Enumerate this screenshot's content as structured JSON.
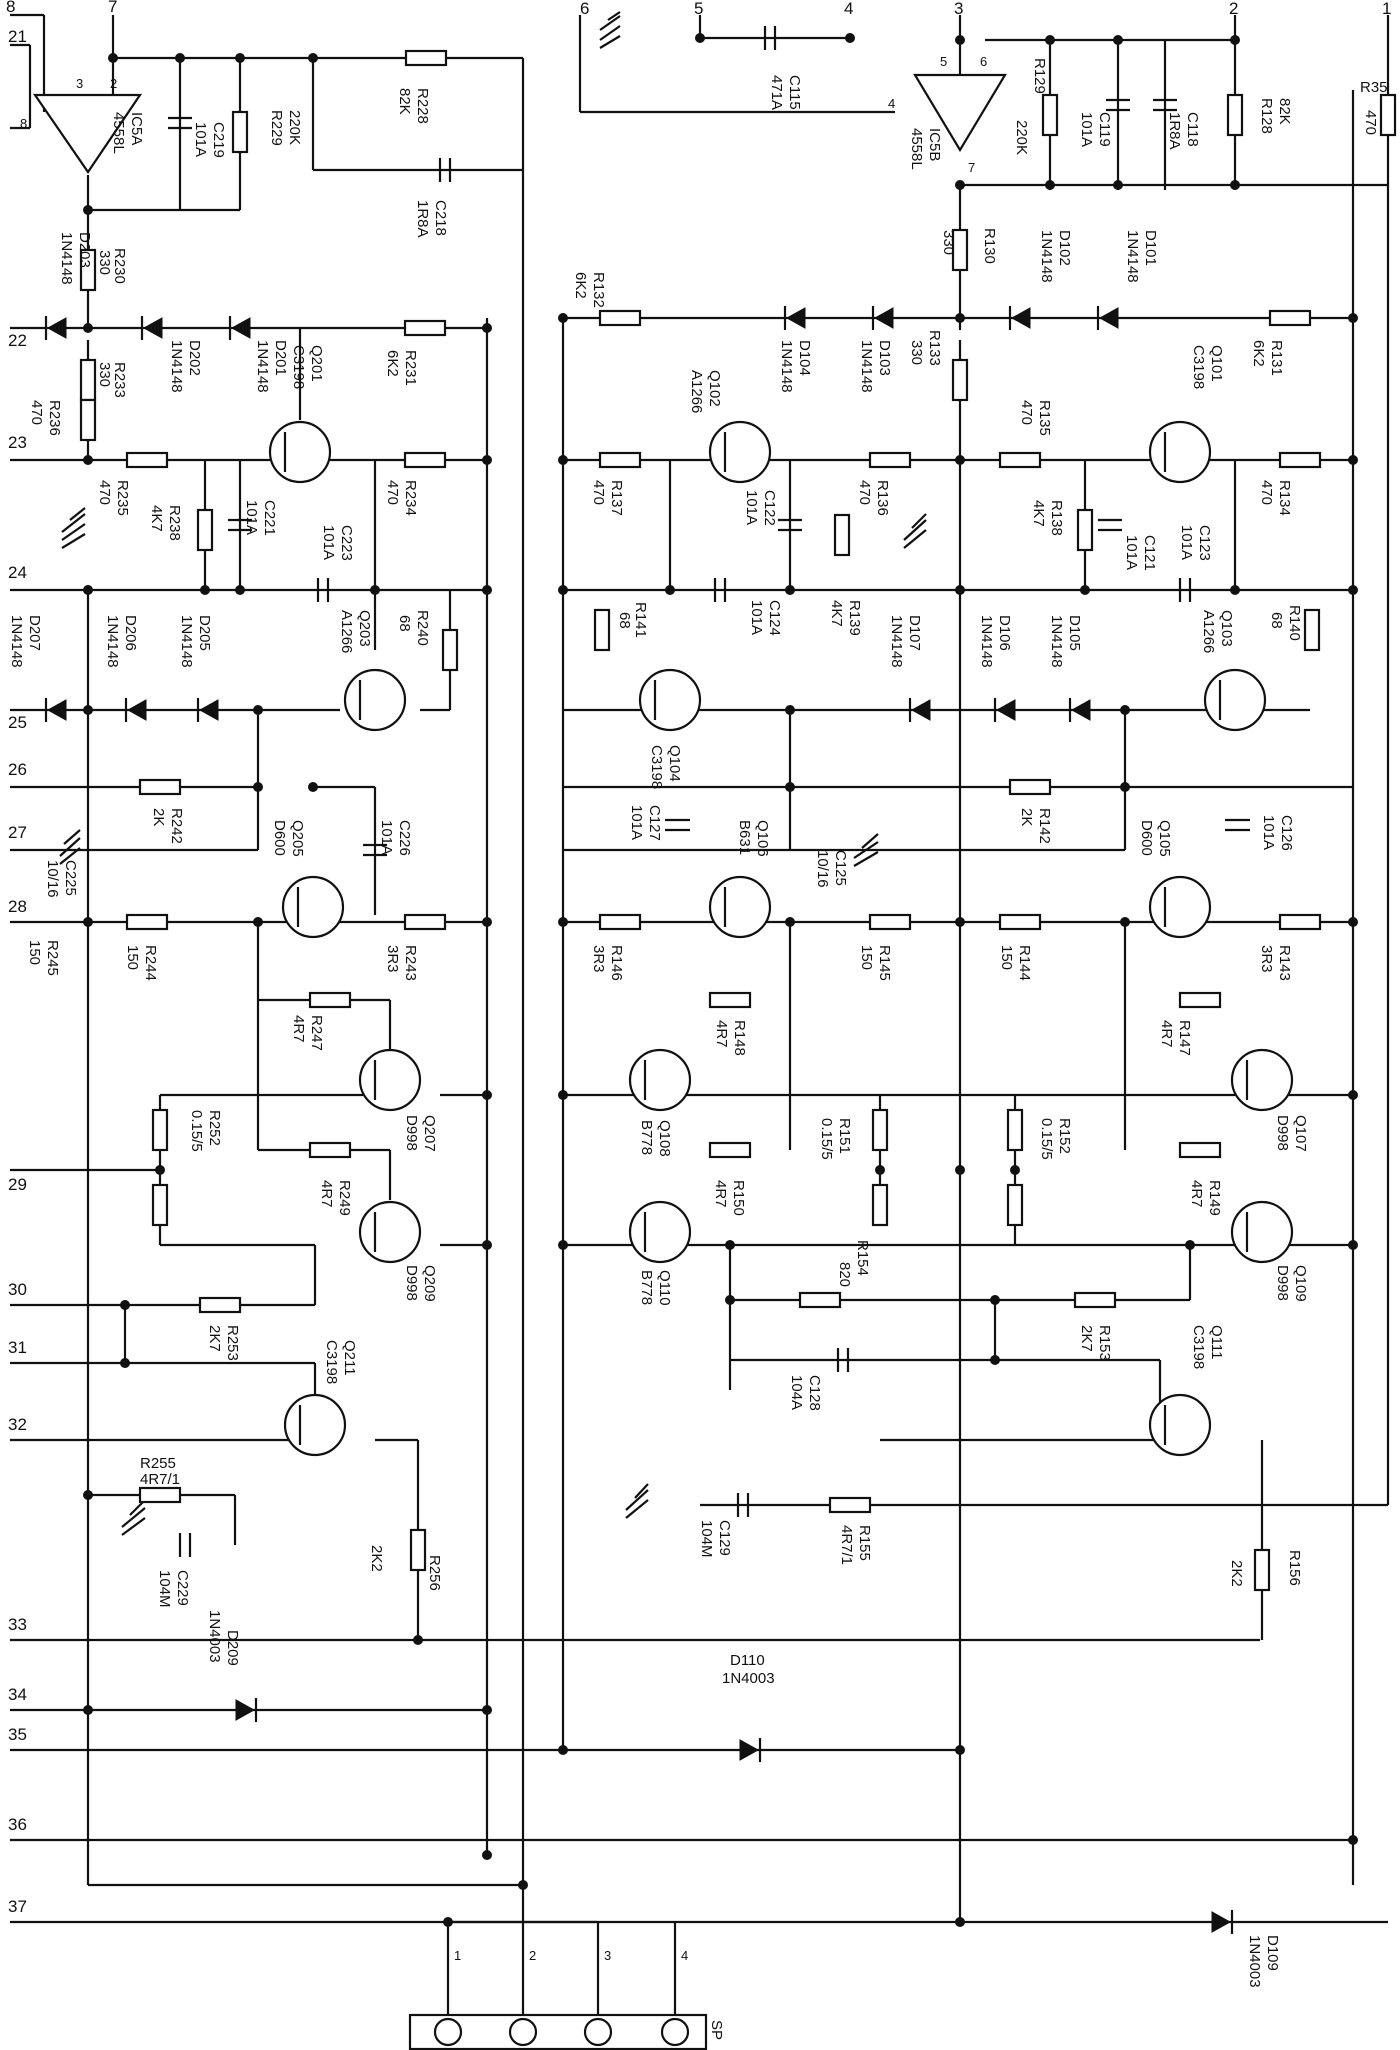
{
  "edge_pins_left": [
    {
      "id": "p8",
      "label": "8"
    },
    {
      "id": "p7",
      "label": "7"
    },
    {
      "id": "p21",
      "label": "21"
    },
    {
      "id": "p22",
      "label": "22"
    },
    {
      "id": "p23",
      "label": "23"
    },
    {
      "id": "p24",
      "label": "24"
    },
    {
      "id": "p25",
      "label": "25"
    },
    {
      "id": "p26",
      "label": "26"
    },
    {
      "id": "p27",
      "label": "27"
    },
    {
      "id": "p28",
      "label": "28"
    },
    {
      "id": "p29",
      "label": "29"
    },
    {
      "id": "p30",
      "label": "30"
    },
    {
      "id": "p31",
      "label": "31"
    },
    {
      "id": "p32",
      "label": "32"
    },
    {
      "id": "p33",
      "label": "33"
    },
    {
      "id": "p34",
      "label": "34"
    },
    {
      "id": "p35",
      "label": "35"
    },
    {
      "id": "p36",
      "label": "36"
    },
    {
      "id": "p37",
      "label": "37"
    }
  ],
  "edge_pins_top": [
    {
      "id": "t6",
      "label": "6"
    },
    {
      "id": "t5",
      "label": "5"
    },
    {
      "id": "t4",
      "label": "4"
    },
    {
      "id": "t3",
      "label": "3"
    },
    {
      "id": "t2",
      "label": "2"
    },
    {
      "id": "t1",
      "label": "1"
    }
  ],
  "opamps": [
    {
      "id": "ic5a",
      "ref": "IC5A",
      "part": "4558L"
    },
    {
      "id": "ic5b",
      "ref": "IC5B",
      "part": "4558L"
    }
  ],
  "resistors": [
    {
      "id": "r228",
      "ref": "R228",
      "value": "82K"
    },
    {
      "id": "r229",
      "ref": "R229",
      "value": "220K"
    },
    {
      "id": "r230",
      "ref": "R230",
      "value": "330"
    },
    {
      "id": "r231",
      "ref": "R231",
      "value": "6K2"
    },
    {
      "id": "r233",
      "ref": "R233",
      "value": "330"
    },
    {
      "id": "r236",
      "ref": "R236",
      "value": "470"
    },
    {
      "id": "r235",
      "ref": "R235",
      "value": "470"
    },
    {
      "id": "r238",
      "ref": "R238",
      "value": "4K7"
    },
    {
      "id": "r234",
      "ref": "R234",
      "value": "470"
    },
    {
      "id": "r240",
      "ref": "R240",
      "value": "68"
    },
    {
      "id": "r242",
      "ref": "R242",
      "value": "2K"
    },
    {
      "id": "r245",
      "ref": "R245",
      "value": "150"
    },
    {
      "id": "r244",
      "ref": "R244",
      "value": "150"
    },
    {
      "id": "r243",
      "ref": "R243",
      "value": "3R3"
    },
    {
      "id": "r247",
      "ref": "R247",
      "value": "4R7"
    },
    {
      "id": "r252",
      "ref": "R252",
      "value": "0.15/5"
    },
    {
      "id": "r249",
      "ref": "R249",
      "value": "4R7"
    },
    {
      "id": "r253",
      "ref": "R253",
      "value": "2K7"
    },
    {
      "id": "r255",
      "ref": "R255",
      "value": "4R7/1"
    },
    {
      "id": "r256",
      "ref": "R256",
      "value": "2K2"
    },
    {
      "id": "r129",
      "ref": "R129",
      "value": "220K"
    },
    {
      "id": "r128",
      "ref": "R128",
      "value": "82K"
    },
    {
      "id": "r35",
      "ref": "R35",
      "value": "470"
    },
    {
      "id": "r130",
      "ref": "R130",
      "value": "330"
    },
    {
      "id": "r132",
      "ref": "R132",
      "value": "6K2"
    },
    {
      "id": "r133",
      "ref": "R133",
      "value": "330"
    },
    {
      "id": "r131",
      "ref": "R131",
      "value": "6K2"
    },
    {
      "id": "r137",
      "ref": "R137",
      "value": "470"
    },
    {
      "id": "r136",
      "ref": "R136",
      "value": "470"
    },
    {
      "id": "r135",
      "ref": "R135",
      "value": "470"
    },
    {
      "id": "r138",
      "ref": "R138",
      "value": "4K7"
    },
    {
      "id": "r134",
      "ref": "R134",
      "value": "470"
    },
    {
      "id": "r139",
      "ref": "R139",
      "value": "4K7"
    },
    {
      "id": "r141",
      "ref": "R141",
      "value": "68"
    },
    {
      "id": "r140",
      "ref": "R140",
      "value": "68"
    },
    {
      "id": "r142",
      "ref": "R142",
      "value": "2K"
    },
    {
      "id": "r146",
      "ref": "R146",
      "value": "3R3"
    },
    {
      "id": "r145",
      "ref": "R145",
      "value": "150"
    },
    {
      "id": "r144",
      "ref": "R144",
      "value": "150"
    },
    {
      "id": "r143",
      "ref": "R143",
      "value": "3R3"
    },
    {
      "id": "r148",
      "ref": "R148",
      "value": "4R7"
    },
    {
      "id": "r147",
      "ref": "R147",
      "value": "4R7"
    },
    {
      "id": "r151",
      "ref": "R151",
      "value": "0.15/5"
    },
    {
      "id": "r152",
      "ref": "R152",
      "value": "0.15/5"
    },
    {
      "id": "r150",
      "ref": "R150",
      "value": "4R7"
    },
    {
      "id": "r149",
      "ref": "R149",
      "value": "4R7"
    },
    {
      "id": "r154",
      "ref": "R154",
      "value": "820"
    },
    {
      "id": "r153",
      "ref": "R153",
      "value": "2K7"
    },
    {
      "id": "r155",
      "ref": "R155",
      "value": "4R7/1"
    },
    {
      "id": "r156",
      "ref": "R156",
      "value": "2K2"
    }
  ],
  "capacitors": [
    {
      "id": "c219",
      "ref": "C219",
      "value": "101A"
    },
    {
      "id": "c218",
      "ref": "C218",
      "value": "1R8A"
    },
    {
      "id": "c221",
      "ref": "C221",
      "value": "101A"
    },
    {
      "id": "c223",
      "ref": "C223",
      "value": "101A"
    },
    {
      "id": "c226",
      "ref": "C226",
      "value": "101A"
    },
    {
      "id": "c225",
      "ref": "C225",
      "value": "10/16"
    },
    {
      "id": "c229",
      "ref": "C229",
      "value": "104M"
    },
    {
      "id": "c115",
      "ref": "C115",
      "value": "471A"
    },
    {
      "id": "c119",
      "ref": "C119",
      "value": "101A"
    },
    {
      "id": "c118",
      "ref": "C118",
      "value": "1R8A"
    },
    {
      "id": "c122",
      "ref": "C122",
      "value": "101A"
    },
    {
      "id": "c121",
      "ref": "C121",
      "value": "101A"
    },
    {
      "id": "c124",
      "ref": "C124",
      "value": "101A"
    },
    {
      "id": "c123",
      "ref": "C123",
      "value": "101A"
    },
    {
      "id": "c127",
      "ref": "C127",
      "value": "101A"
    },
    {
      "id": "c125",
      "ref": "C125",
      "value": "10/16"
    },
    {
      "id": "c126",
      "ref": "C126",
      "value": "101A"
    },
    {
      "id": "c128",
      "ref": "C128",
      "value": "104A"
    },
    {
      "id": "c129",
      "ref": "C129",
      "value": "104M"
    }
  ],
  "diodes": [
    {
      "id": "d203",
      "ref": "D203",
      "value": "1N4148"
    },
    {
      "id": "d202",
      "ref": "D202",
      "value": "1N4148"
    },
    {
      "id": "d201",
      "ref": "D201",
      "value": "1N4148"
    },
    {
      "id": "d207",
      "ref": "D207",
      "value": "1N4148"
    },
    {
      "id": "d206",
      "ref": "D206",
      "value": "1N4148"
    },
    {
      "id": "d205",
      "ref": "D205",
      "value": "1N4148"
    },
    {
      "id": "d209",
      "ref": "D209",
      "value": "1N4003"
    },
    {
      "id": "d102",
      "ref": "D102",
      "value": "1N4148"
    },
    {
      "id": "d101",
      "ref": "D101",
      "value": "1N4148"
    },
    {
      "id": "d104",
      "ref": "D104",
      "value": "1N4148"
    },
    {
      "id": "d103",
      "ref": "D103",
      "value": "1N4148"
    },
    {
      "id": "d107",
      "ref": "D107",
      "value": "1N4148"
    },
    {
      "id": "d106",
      "ref": "D106",
      "value": "1N4148"
    },
    {
      "id": "d105",
      "ref": "D105",
      "value": "1N4148"
    },
    {
      "id": "d110",
      "ref": "D110",
      "value": "1N4003"
    },
    {
      "id": "d109",
      "ref": "D109",
      "value": "1N4003"
    }
  ],
  "transistors": [
    {
      "id": "q201",
      "ref": "Q201",
      "value": "C3198"
    },
    {
      "id": "q203",
      "ref": "Q203",
      "value": "A1266"
    },
    {
      "id": "q205",
      "ref": "Q205",
      "value": "D600"
    },
    {
      "id": "q207",
      "ref": "Q207",
      "value": "D998"
    },
    {
      "id": "q209",
      "ref": "Q209",
      "value": "D998"
    },
    {
      "id": "q211",
      "ref": "Q211",
      "value": "C3198"
    },
    {
      "id": "q102",
      "ref": "Q102",
      "value": "A1266"
    },
    {
      "id": "q101",
      "ref": "Q101",
      "value": "C3198"
    },
    {
      "id": "q104",
      "ref": "Q104",
      "value": "C3198"
    },
    {
      "id": "q103",
      "ref": "Q103",
      "value": "A1266"
    },
    {
      "id": "q106",
      "ref": "Q106",
      "value": "B631"
    },
    {
      "id": "q105",
      "ref": "Q105",
      "value": "D600"
    },
    {
      "id": "q108",
      "ref": "Q108",
      "value": "B778"
    },
    {
      "id": "q107",
      "ref": "Q107",
      "value": "D998"
    },
    {
      "id": "q110",
      "ref": "Q110",
      "value": "B778"
    },
    {
      "id": "q109",
      "ref": "Q109",
      "value": "D998"
    },
    {
      "id": "q111",
      "ref": "Q111",
      "value": "C3198"
    }
  ],
  "connector": {
    "ref": "SP",
    "pins": [
      "1",
      "2",
      "3",
      "4"
    ]
  }
}
